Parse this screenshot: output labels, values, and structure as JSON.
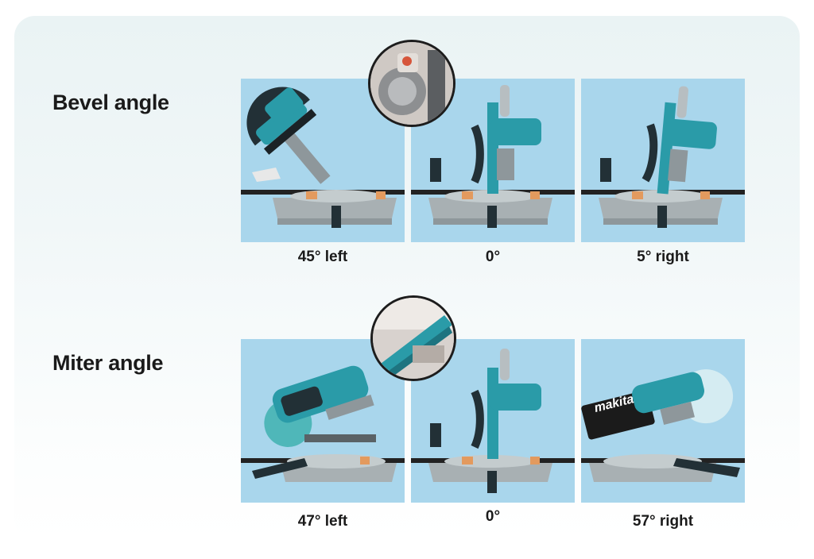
{
  "rows": [
    {
      "title": "Bevel angle",
      "captions": [
        "45° left",
        "0°",
        "5° right"
      ]
    },
    {
      "title": "Miter angle",
      "captions": [
        "47° left",
        "0°",
        "57° right"
      ]
    }
  ],
  "brand_logo_text": "makita",
  "colors": {
    "tile_background": "#a9d6ec",
    "tool_teal": "#2a9ba8",
    "tool_dark": "#223036",
    "table_grey": "#a8b0b3",
    "accent_orange": "#e39a5e"
  }
}
